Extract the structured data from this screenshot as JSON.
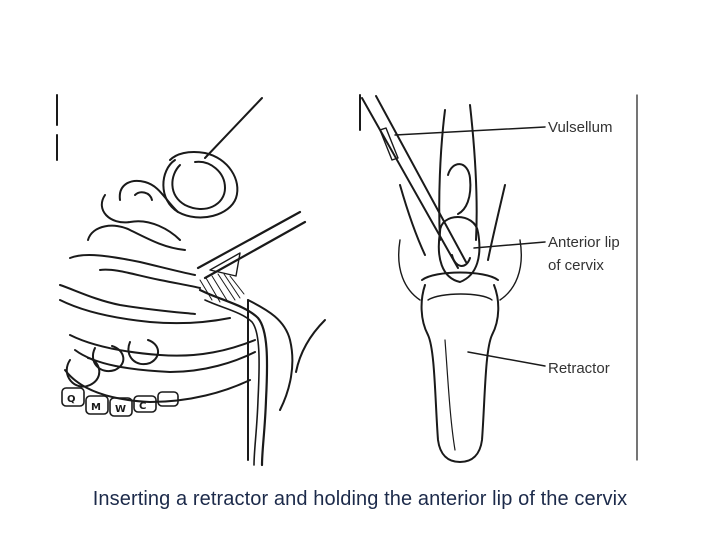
{
  "labels": {
    "vulsellum": "Vulsellum",
    "anterior_lip_line1": "Anterior lip",
    "anterior_lip_line2": "of cervix",
    "retractor": "Retractor"
  },
  "fetal_glyphs": [
    "Q",
    "M",
    "W",
    "C"
  ],
  "caption": "Inserting a retractor and holding the anterior lip of the cervix",
  "colors": {
    "line": "#1a1a1a",
    "label": "#333333",
    "caption": "#1c2a4a"
  }
}
